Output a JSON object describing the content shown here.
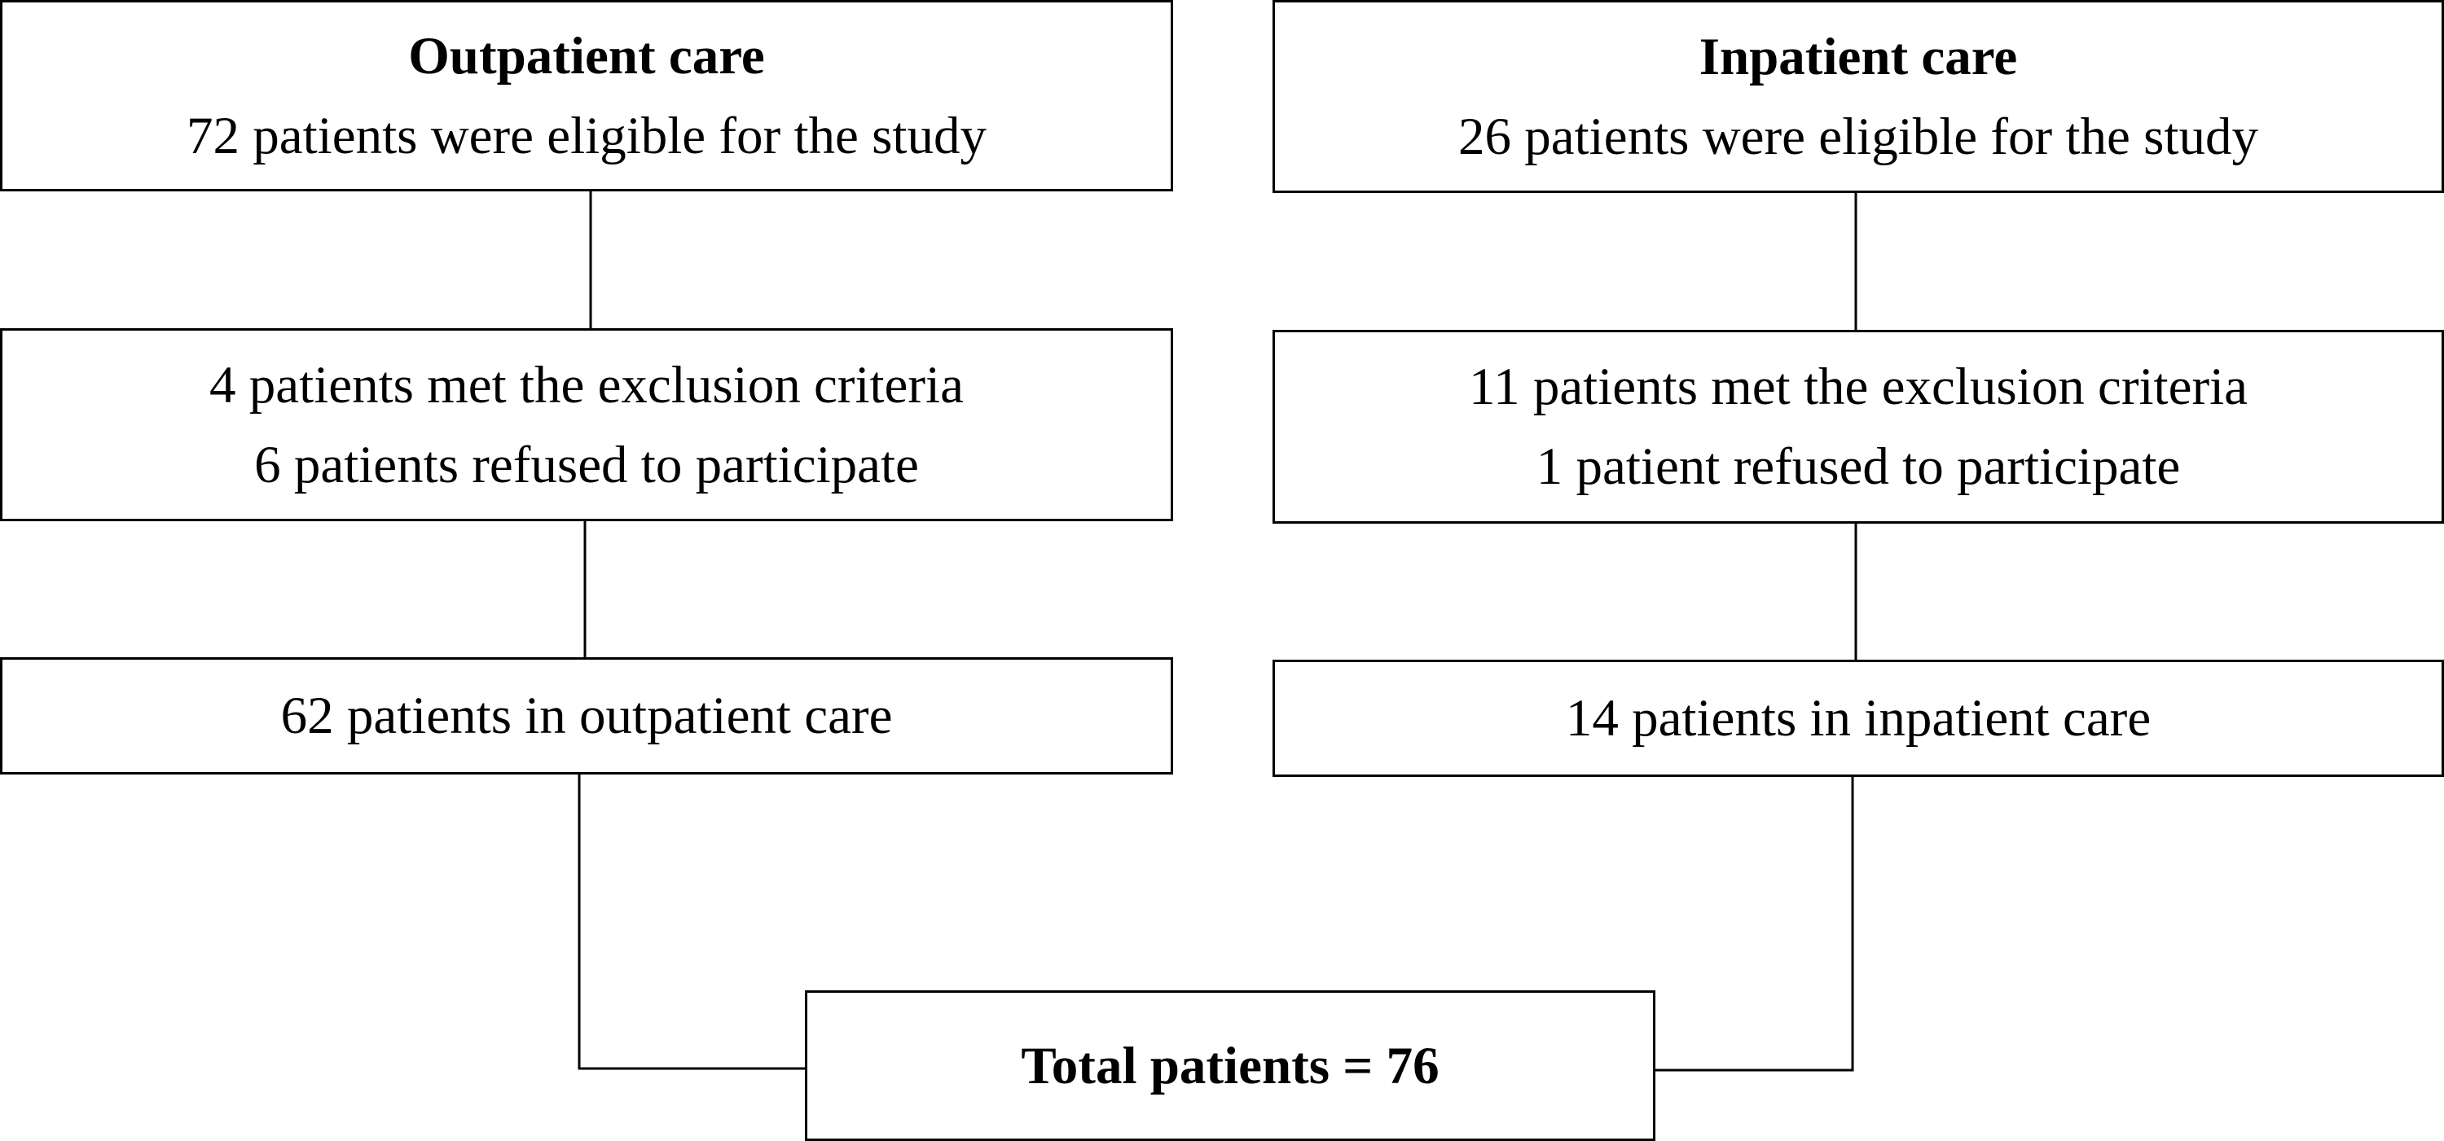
{
  "flowchart": {
    "outpatient": {
      "title": "Outpatient care",
      "eligible": "72 patients were eligible for the study",
      "excluded_line1": "4 patients met the exclusion criteria",
      "excluded_line2": "6 patients refused to participate",
      "result": "62 patients in outpatient care"
    },
    "inpatient": {
      "title": "Inpatient care",
      "eligible": "26 patients were eligible for the study",
      "excluded_line1": "11 patients met the exclusion criteria",
      "excluded_line2": "1 patient refused to participate",
      "result": "14 patients in inpatient care"
    },
    "total": "Total patients = 76"
  }
}
